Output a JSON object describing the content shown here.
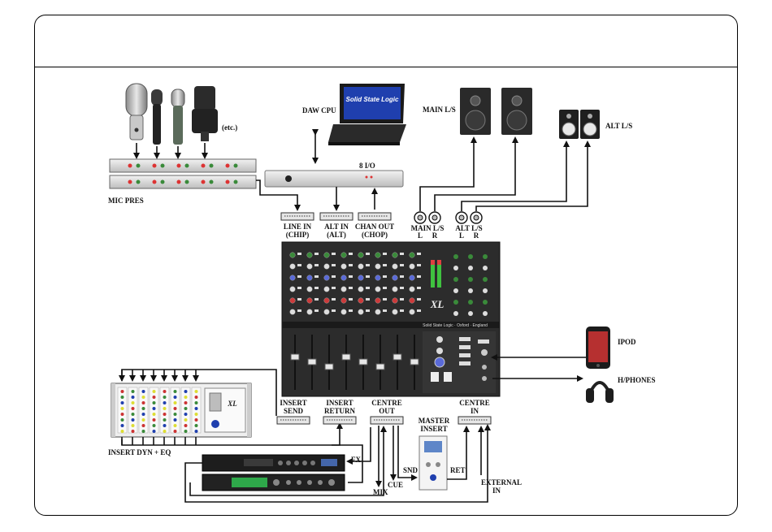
{
  "labels": {
    "daw_cpu": "DAW CPU",
    "main_ls": "MAIN L/S",
    "alt_ls": "ALT L/S",
    "etc": "(etc.)",
    "mic_pres": "MIC PRES",
    "io_8": "8 I/O",
    "line_in": "LINE IN",
    "line_in_sub": "(CHIP)",
    "alt_in": "ALT IN",
    "alt_in_sub": "(ALT)",
    "chan_out": "CHAN OUT",
    "chan_out_sub": "(CHOP)",
    "main_ls_conn": "MAIN L/S",
    "main_l": "L",
    "main_r": "R",
    "alt_ls_conn": "ALT L/S",
    "alt_l": "L",
    "alt_r": "R",
    "ipod": "IPOD",
    "hphones": "H/PHONES",
    "insert_send": "INSERT",
    "insert_send_sub": "SEND",
    "insert_return": "INSERT",
    "insert_return_sub": "RETURN",
    "centre_out": "CENTRE",
    "centre_out_sub": "OUT",
    "centre_in": "CENTRE",
    "centre_in_sub": "IN",
    "master_insert": "MASTER",
    "master_insert_sub": "INSERT",
    "insert_dyn_eq": "INSERT DYN + EQ",
    "fx": "FX",
    "snd": "SND",
    "ret": "RET",
    "mix": "MIX",
    "cue": "CUE",
    "external_in": "EXTERNAL",
    "external_in_sub": "IN"
  },
  "device_text": {
    "laptop_brand": "Solid State Logic",
    "mixer_logo": "XL",
    "mixer_footer": "Solid State Logic  ·  Oxford  ·  England",
    "rack_logo": "XL"
  },
  "colors": {
    "wire": "#111111",
    "device_dark": "#2b2b2b",
    "panel_grey": "#c9c9c9",
    "meter_green": "#3fc23f",
    "screen_blue": "#1f3fae"
  }
}
